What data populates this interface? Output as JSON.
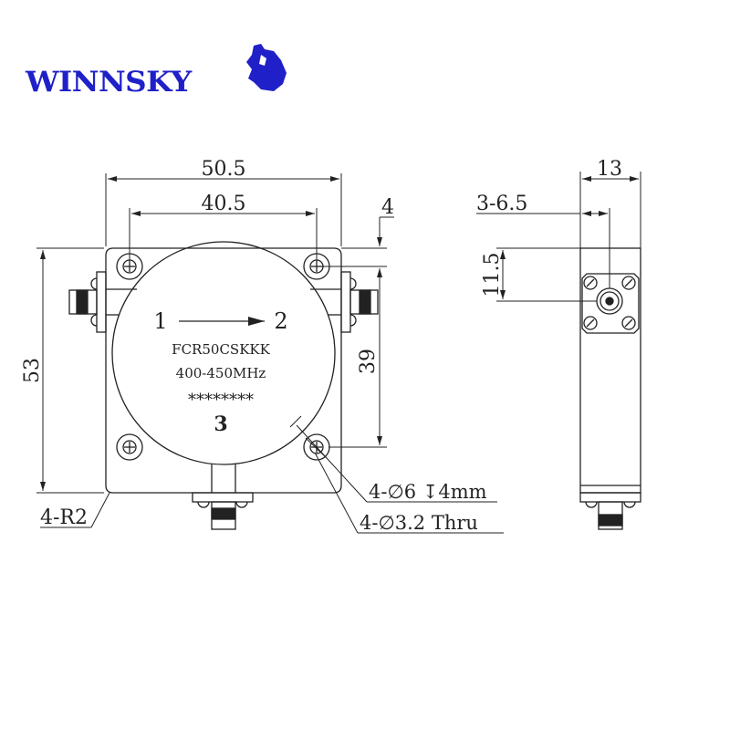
{
  "brand": {
    "name": "WINNSKY",
    "color": "#2020c8"
  },
  "device": {
    "model": "FCR50CSKKK",
    "frequency": "400-450MHz",
    "serial": "********",
    "port_in": "1",
    "port_out": "2",
    "port_3": "3"
  },
  "dimensions_front": {
    "width_overall": "50.5",
    "hole_spacing_x": "40.5",
    "hole_offset_top": "4",
    "height_overall": "53",
    "hole_spacing_y": "39",
    "corner_radius": "4-R2",
    "counterbore": "4-∅6  ↧4mm",
    "thru_hole": "4-∅3.2 Thru"
  },
  "dimensions_side": {
    "thickness": "13",
    "connector_offset_x": "3-6.5",
    "connector_offset_y": "11.5"
  },
  "colors": {
    "line": "#222222",
    "background": "#ffffff"
  }
}
